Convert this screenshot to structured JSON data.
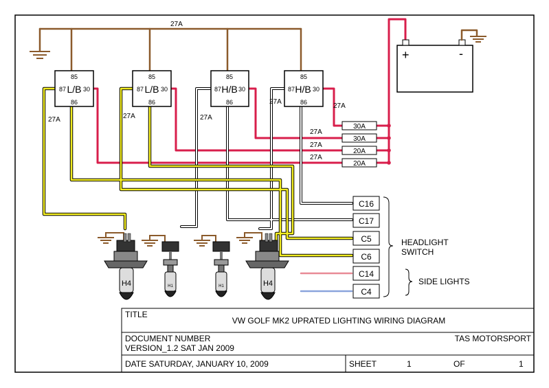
{
  "colors": {
    "brown": "#8b5a2b",
    "red": "#d81e4b",
    "yellow": "#f4ee22",
    "white_wire": "#ffffff",
    "pale_red": "#e88a96",
    "pale_blue": "#8aa4dc",
    "ground": "#8b5a2b"
  },
  "top_bus_label": "27A",
  "relays": [
    {
      "pin_top": "85",
      "pin_left": "87",
      "name": "L/B",
      "pin_right": "30",
      "pin_bottom": "86",
      "wire_label": "27A"
    },
    {
      "pin_top": "85",
      "pin_left": "87",
      "name": "L/B",
      "pin_right": "30",
      "pin_bottom": "86",
      "wire_label": "27A"
    },
    {
      "pin_top": "85",
      "pin_left": "87",
      "name": "H/B",
      "pin_right": "30",
      "pin_bottom": "86",
      "wire_label": "27A"
    },
    {
      "pin_top": "85",
      "pin_left": "87",
      "name": "H/B",
      "pin_right": "30",
      "pin_bottom": "86",
      "wire_label": "27A"
    }
  ],
  "relay4_side_label": "27A",
  "fuses": [
    {
      "label": "30A",
      "wire_label": "27A"
    },
    {
      "label": "30A",
      "wire_label": "27A"
    },
    {
      "label": "20A",
      "wire_label": "27A"
    },
    {
      "label": "20A",
      "wire_label": "27A"
    }
  ],
  "battery": {
    "plus": "+",
    "minus": "-"
  },
  "connectors": [
    "C16",
    "C17",
    "C5",
    "C6",
    "C14",
    "C4"
  ],
  "headlight_switch": [
    "HEADLIGHT",
    "SWITCH"
  ],
  "side_lights": "SIDE LIGHTS",
  "bulbs": [
    {
      "type": "H4"
    },
    {
      "type": "H1"
    },
    {
      "type": "H1"
    },
    {
      "type": "H4"
    }
  ],
  "title_block": {
    "title_label": "TITLE",
    "title": "VW GOLF MK2 UPRATED LIGHTING WIRING DIAGRAM",
    "doc_label": "DOCUMENT NUMBER",
    "version": "VERSION_1.2 SAT JAN 2009",
    "company": "TAS MOTORSPORT",
    "date": "DATE  SATURDAY, JANUARY 10, 2009",
    "sheet_label": "SHEET",
    "sheet_num": "1",
    "of_label": "OF",
    "of_num": "1"
  }
}
